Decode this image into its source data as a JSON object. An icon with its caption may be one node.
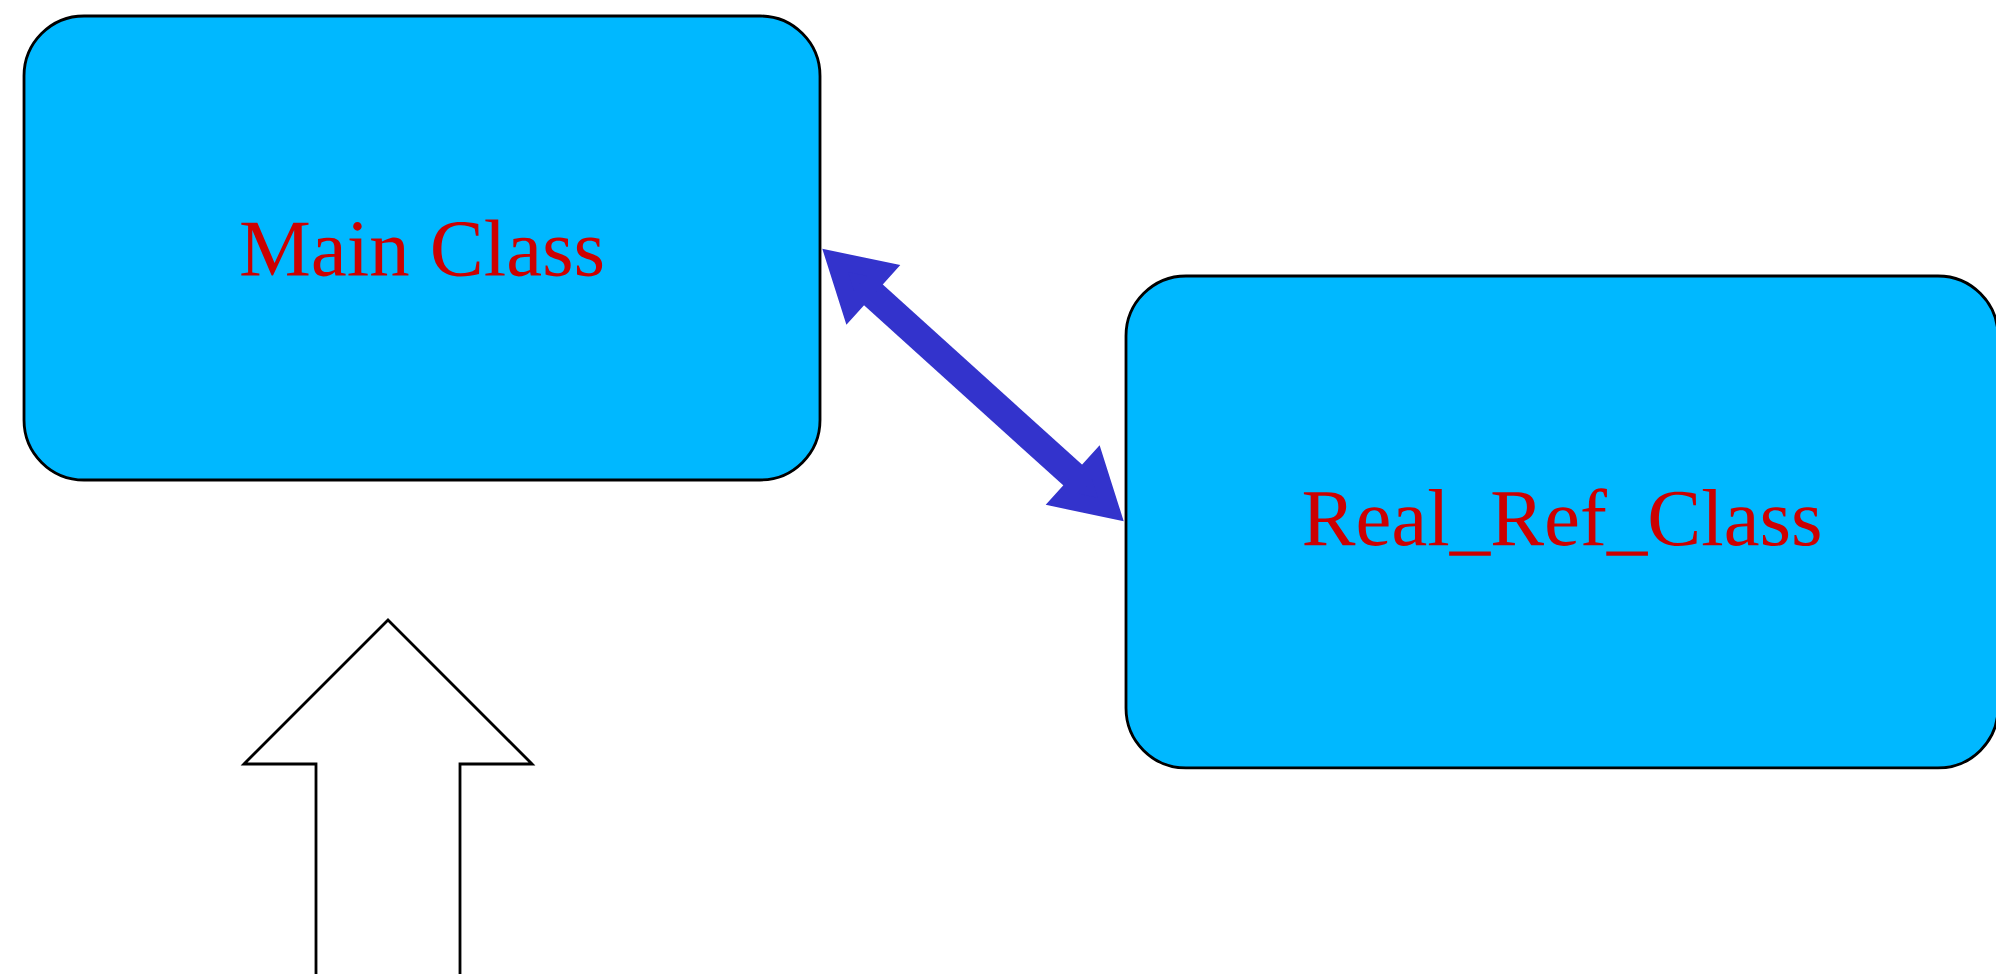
{
  "diagram": {
    "nodes": [
      {
        "text": [
          "Main Class"
        ]
      },
      {
        "text": [
          "Real_Ref_Class"
        ]
      }
    ],
    "edges": [
      {
        "from": 0,
        "to": 1,
        "arrow": "both",
        "color": "#3333cc"
      }
    ]
  }
}
